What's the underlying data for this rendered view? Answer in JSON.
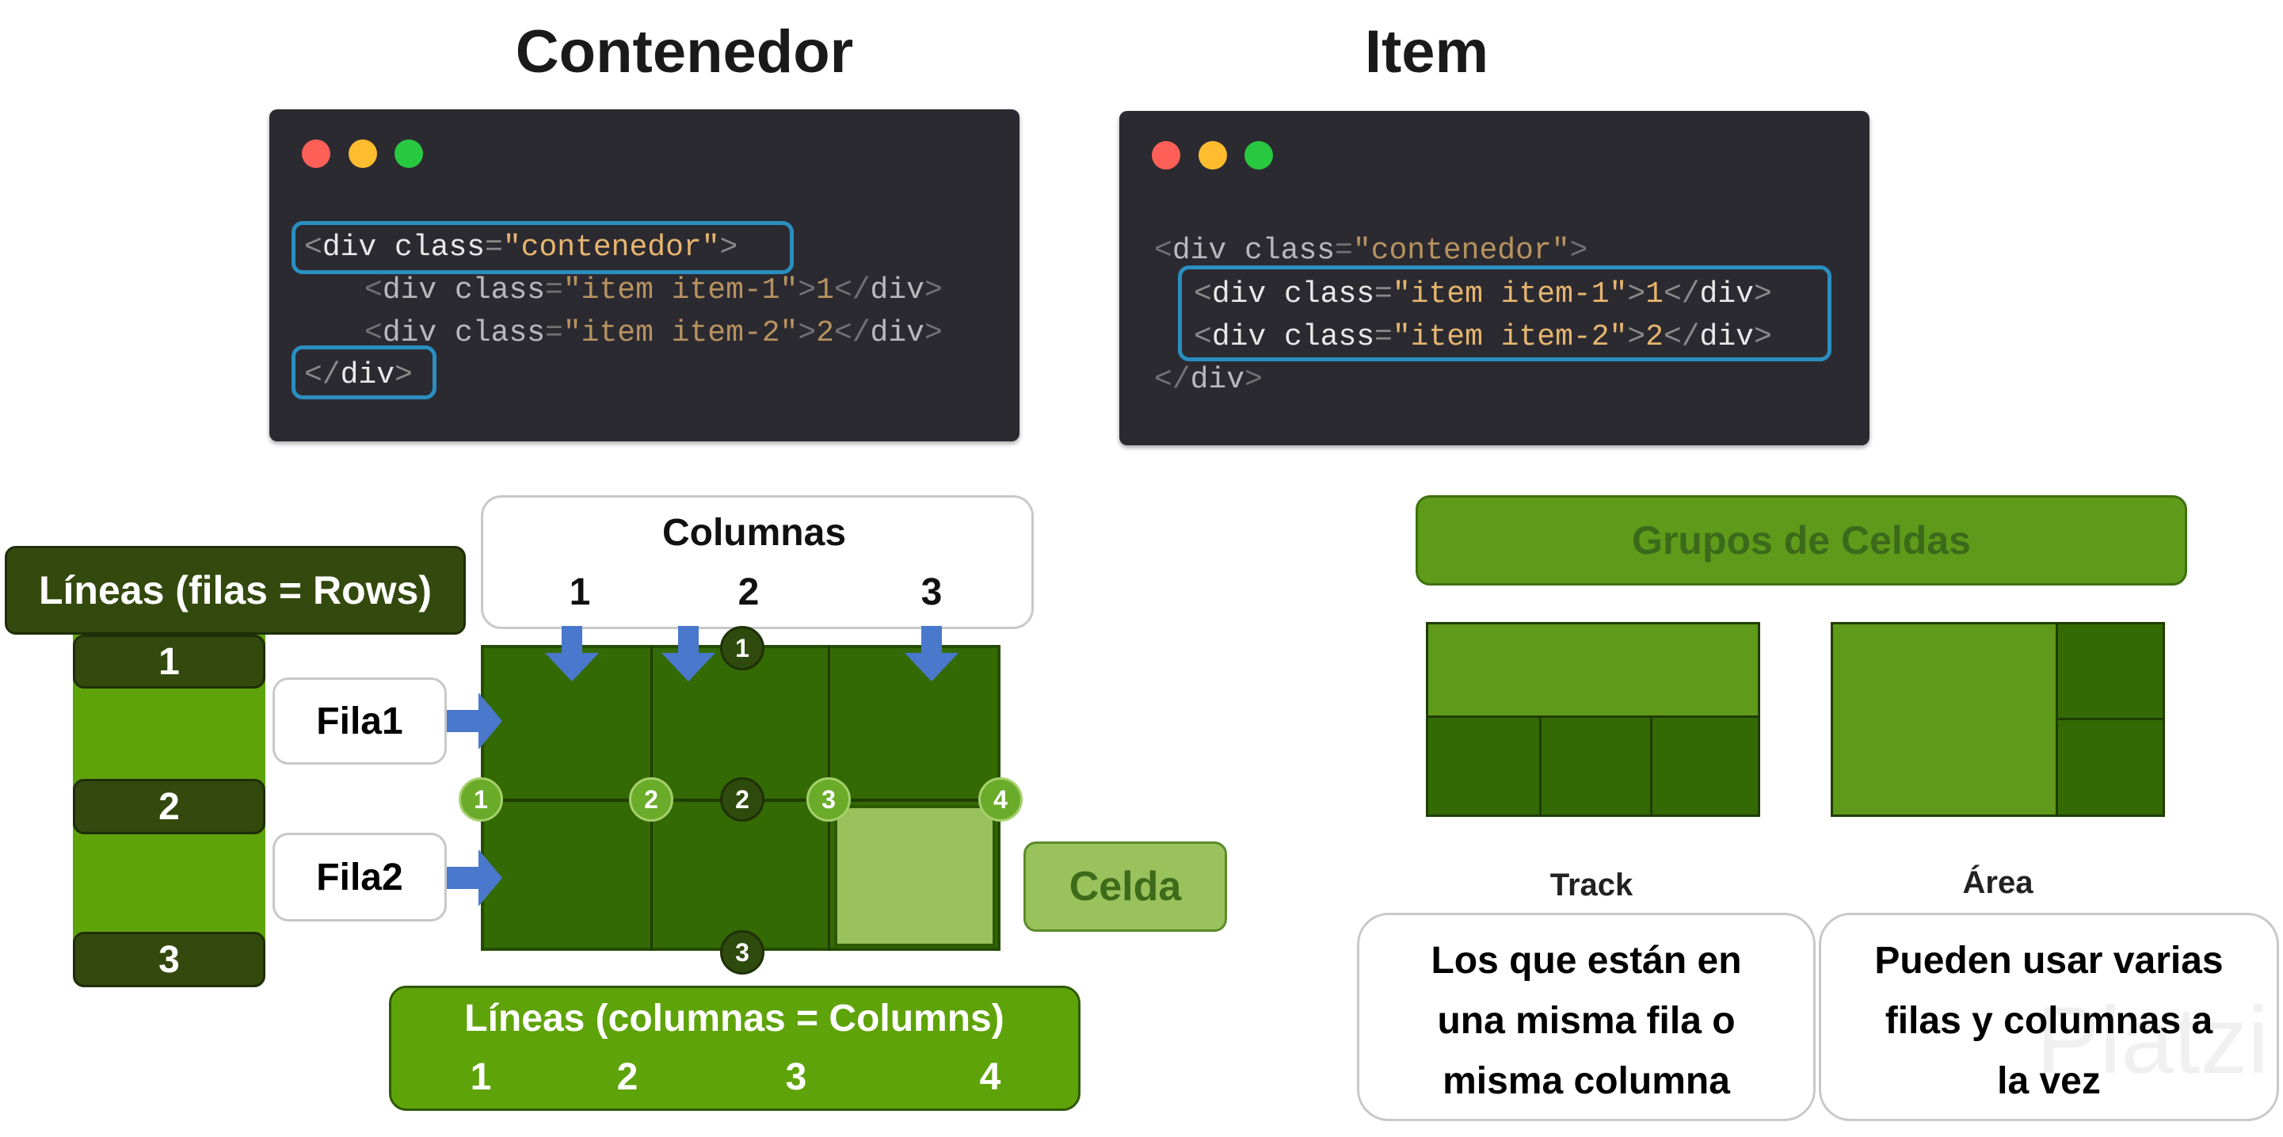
{
  "titles": {
    "container": "Contenedor",
    "item": "Item"
  },
  "window_dots": {
    "red": "#fe5f57",
    "yellow": "#febc2e",
    "green": "#28c840"
  },
  "code_container": {
    "line1": {
      "tag_open": "<",
      "kw": "div class",
      "eq": "=",
      "str": "\"contenedor\"",
      "tag_close": ">"
    },
    "line2": {
      "pre": "<",
      "kw": "div class",
      "eq": "=",
      "str": "\"item item-1\"",
      "mid": ">",
      "text": "1",
      "end_open": "</",
      "end_kw": "div",
      "end_close": ">"
    },
    "line3": {
      "pre": "<",
      "kw": "div class",
      "eq": "=",
      "str": "\"item item-2\"",
      "mid": ">",
      "text": "2",
      "end_open": "</",
      "end_kw": "div",
      "end_close": ">"
    },
    "line4": {
      "open": "</",
      "kw": "div",
      "close": ">"
    }
  },
  "grid_diagram": {
    "rows_lines_label": "Líneas (filas = Rows)",
    "row_line_numbers": [
      "1",
      "2",
      "3"
    ],
    "columns_label": "Columnas",
    "column_numbers": [
      "1",
      "2",
      "3"
    ],
    "row_labels": [
      "Fila1",
      "Fila2"
    ],
    "cell_label": "Celda",
    "line_markers": {
      "top": "1",
      "middle_row": [
        "1",
        "2",
        "2",
        "3",
        "4"
      ],
      "bottom": "3"
    },
    "column_lines_label": "Líneas (columnas = Columns)",
    "column_line_numbers": [
      "1",
      "2",
      "3",
      "4"
    ]
  },
  "groups": {
    "title": "Grupos de Celdas",
    "track": {
      "label": "Track",
      "description": [
        "Los que están en",
        "una misma fila o",
        "misma columna"
      ]
    },
    "area": {
      "label": "Área",
      "description": [
        "Pueden usar varias",
        "filas y columnas a",
        "la vez"
      ]
    }
  },
  "watermark": "Platzi",
  "colors": {
    "dark_green": "#33490e",
    "green": "#5fa30a",
    "grid_green": "#346a04",
    "cell_green": "#99c25c",
    "arrow_blue": "#4a78cc",
    "highlight_blue": "#2a8fc0"
  }
}
